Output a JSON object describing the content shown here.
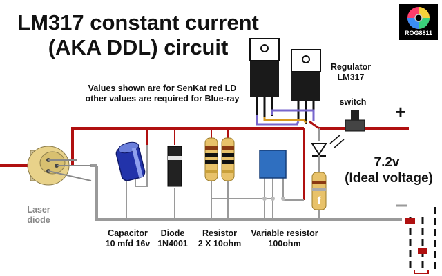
{
  "title": {
    "line1": "LM317 constant current",
    "line2": "(AKA DDL) circuit"
  },
  "logo": {
    "text": "ROG8811"
  },
  "note": {
    "line1": "Values shown are for SenKat red LD",
    "line2": "other values are required for Blue-ray"
  },
  "regulator": {
    "line1": "Regulator",
    "line2": "LM317"
  },
  "switch": {
    "label": "switch"
  },
  "supply": {
    "plus": "+",
    "minus": "–",
    "voltage": "7.2v",
    "ideal": "(Ideal voltage)"
  },
  "fuse": {
    "mark": "f"
  },
  "components": {
    "laser": {
      "line1": "Laser",
      "line2": "diode"
    },
    "capacitor": {
      "line1": "Capacitor",
      "line2": "10 mfd 16v"
    },
    "diode": {
      "line1": "Diode",
      "line2": "1N4001"
    },
    "resistor": {
      "line1": "Resistor",
      "line2": "2 X 10ohm"
    },
    "variable_resistor": {
      "line1": "Variable resistor",
      "line2": "100ohm"
    }
  },
  "colors": {
    "positive_wire": "#b01010",
    "negative_wire": "#9a9a9a",
    "capacitor": "#2233aa",
    "trimpot": "#2f6fc0",
    "resistor_body": "#e8c26a",
    "laser_body": "#e8d28a"
  }
}
